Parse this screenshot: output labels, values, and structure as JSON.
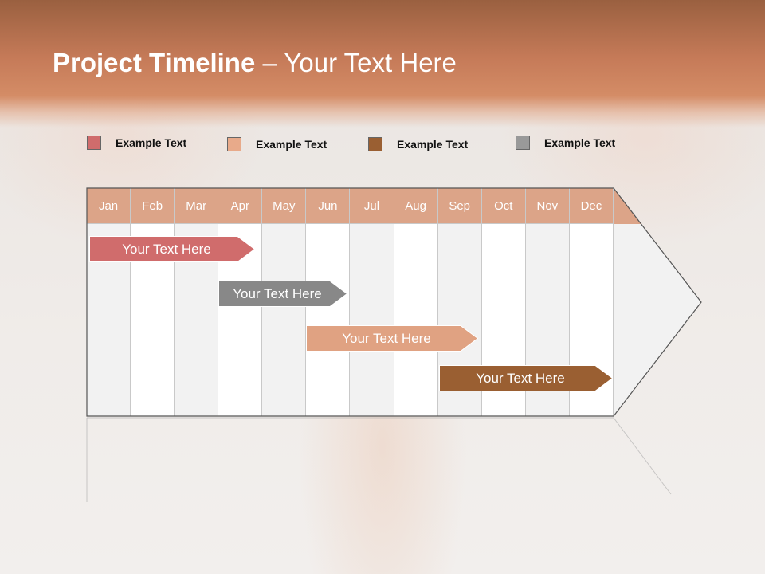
{
  "slide": {
    "title_bold": "Project Timeline",
    "title_rest": " – Your Text Here"
  },
  "legend": [
    {
      "label": "Example Text",
      "color": "#d06c6c"
    },
    {
      "label": "Example Text",
      "color": "#e8aa8a"
    },
    {
      "label": "Example Text",
      "color": "#9a5f32"
    },
    {
      "label": "Example Text",
      "color": "#999999"
    }
  ],
  "months": [
    "Jan",
    "Feb",
    "Mar",
    "Apr",
    "May",
    "Jun",
    "Jul",
    "Aug",
    "Sep",
    "Oct",
    "Nov",
    "Dec"
  ],
  "tasks": [
    {
      "label": "Your  Text Here",
      "color": "#d06c6c"
    },
    {
      "label": "Your  Text Here",
      "color": "#888888"
    },
    {
      "label": "Your  Text Here",
      "color": "#e0a282"
    },
    {
      "label": "Your  Text Here",
      "color": "#9a5f32"
    }
  ],
  "colors": {
    "header": "#dca488",
    "title_band": "#c57a58"
  }
}
